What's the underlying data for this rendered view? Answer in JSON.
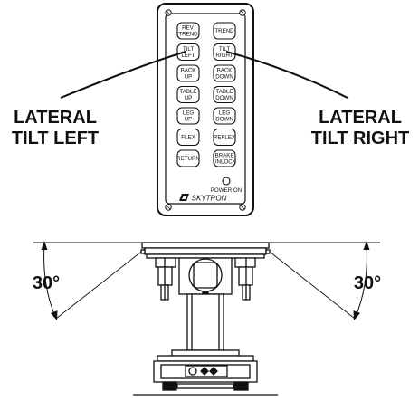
{
  "pendant": {
    "buttons": [
      {
        "id": "rev-trend",
        "lines": [
          "REV.",
          "TREND"
        ]
      },
      {
        "id": "trend",
        "lines": [
          "TREND"
        ]
      },
      {
        "id": "tilt-left",
        "lines": [
          "TILT",
          "LEFT"
        ]
      },
      {
        "id": "tilt-right",
        "lines": [
          "TILT",
          "RIGHT"
        ]
      },
      {
        "id": "back-up",
        "lines": [
          "BACK",
          "UP"
        ]
      },
      {
        "id": "back-down",
        "lines": [
          "BACK",
          "DOWN"
        ]
      },
      {
        "id": "table-up",
        "lines": [
          "TABLE",
          "UP"
        ]
      },
      {
        "id": "table-down",
        "lines": [
          "TABLE",
          "DOWN"
        ]
      },
      {
        "id": "leg-up",
        "lines": [
          "LEG",
          "UP"
        ]
      },
      {
        "id": "leg-down",
        "lines": [
          "LEG",
          "DOWN"
        ]
      },
      {
        "id": "flex",
        "lines": [
          "FLEX"
        ]
      },
      {
        "id": "reflex",
        "lines": [
          "REFLEX"
        ]
      },
      {
        "id": "return",
        "lines": [
          "RETURN"
        ]
      },
      {
        "id": "brake-unlock",
        "lines": [
          "BRAKE",
          "UNLOCK"
        ]
      }
    ],
    "power_label": "POWER ON",
    "brand": "SKYTRON"
  },
  "callouts": {
    "left": [
      "LATERAL",
      "TILT LEFT"
    ],
    "right": [
      "LATERAL",
      "TILT RIGHT"
    ]
  },
  "angles": {
    "left": "30°",
    "right": "30°",
    "left_degrees": 30,
    "right_degrees": 30
  },
  "colors": {
    "line": "#111111",
    "background": "#ffffff"
  }
}
